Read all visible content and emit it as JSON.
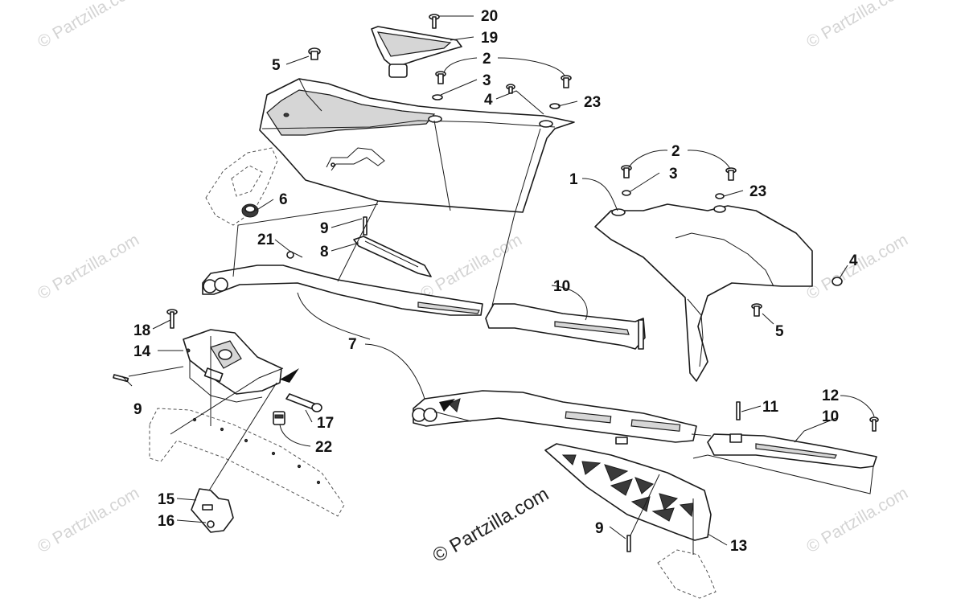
{
  "watermark": {
    "small": "© Partzilla.com",
    "main": "© Partzilla.com"
  },
  "callouts": {
    "n1": "1",
    "n2a": "2",
    "n2b": "2",
    "n3a": "3",
    "n3b": "3",
    "n4a": "4",
    "n4b": "4",
    "n5a": "5",
    "n5b": "5",
    "n6": "6",
    "n7": "7",
    "n8": "8",
    "n9a": "9",
    "n9b": "9",
    "n9c": "9",
    "n10a": "10",
    "n10b": "10",
    "n11": "11",
    "n12": "12",
    "n13": "13",
    "n14": "14",
    "n15": "15",
    "n16": "16",
    "n17": "17",
    "n18": "18",
    "n19": "19",
    "n20": "20",
    "n21": "21",
    "n22": "22",
    "n23a": "23",
    "n23b": "23"
  }
}
